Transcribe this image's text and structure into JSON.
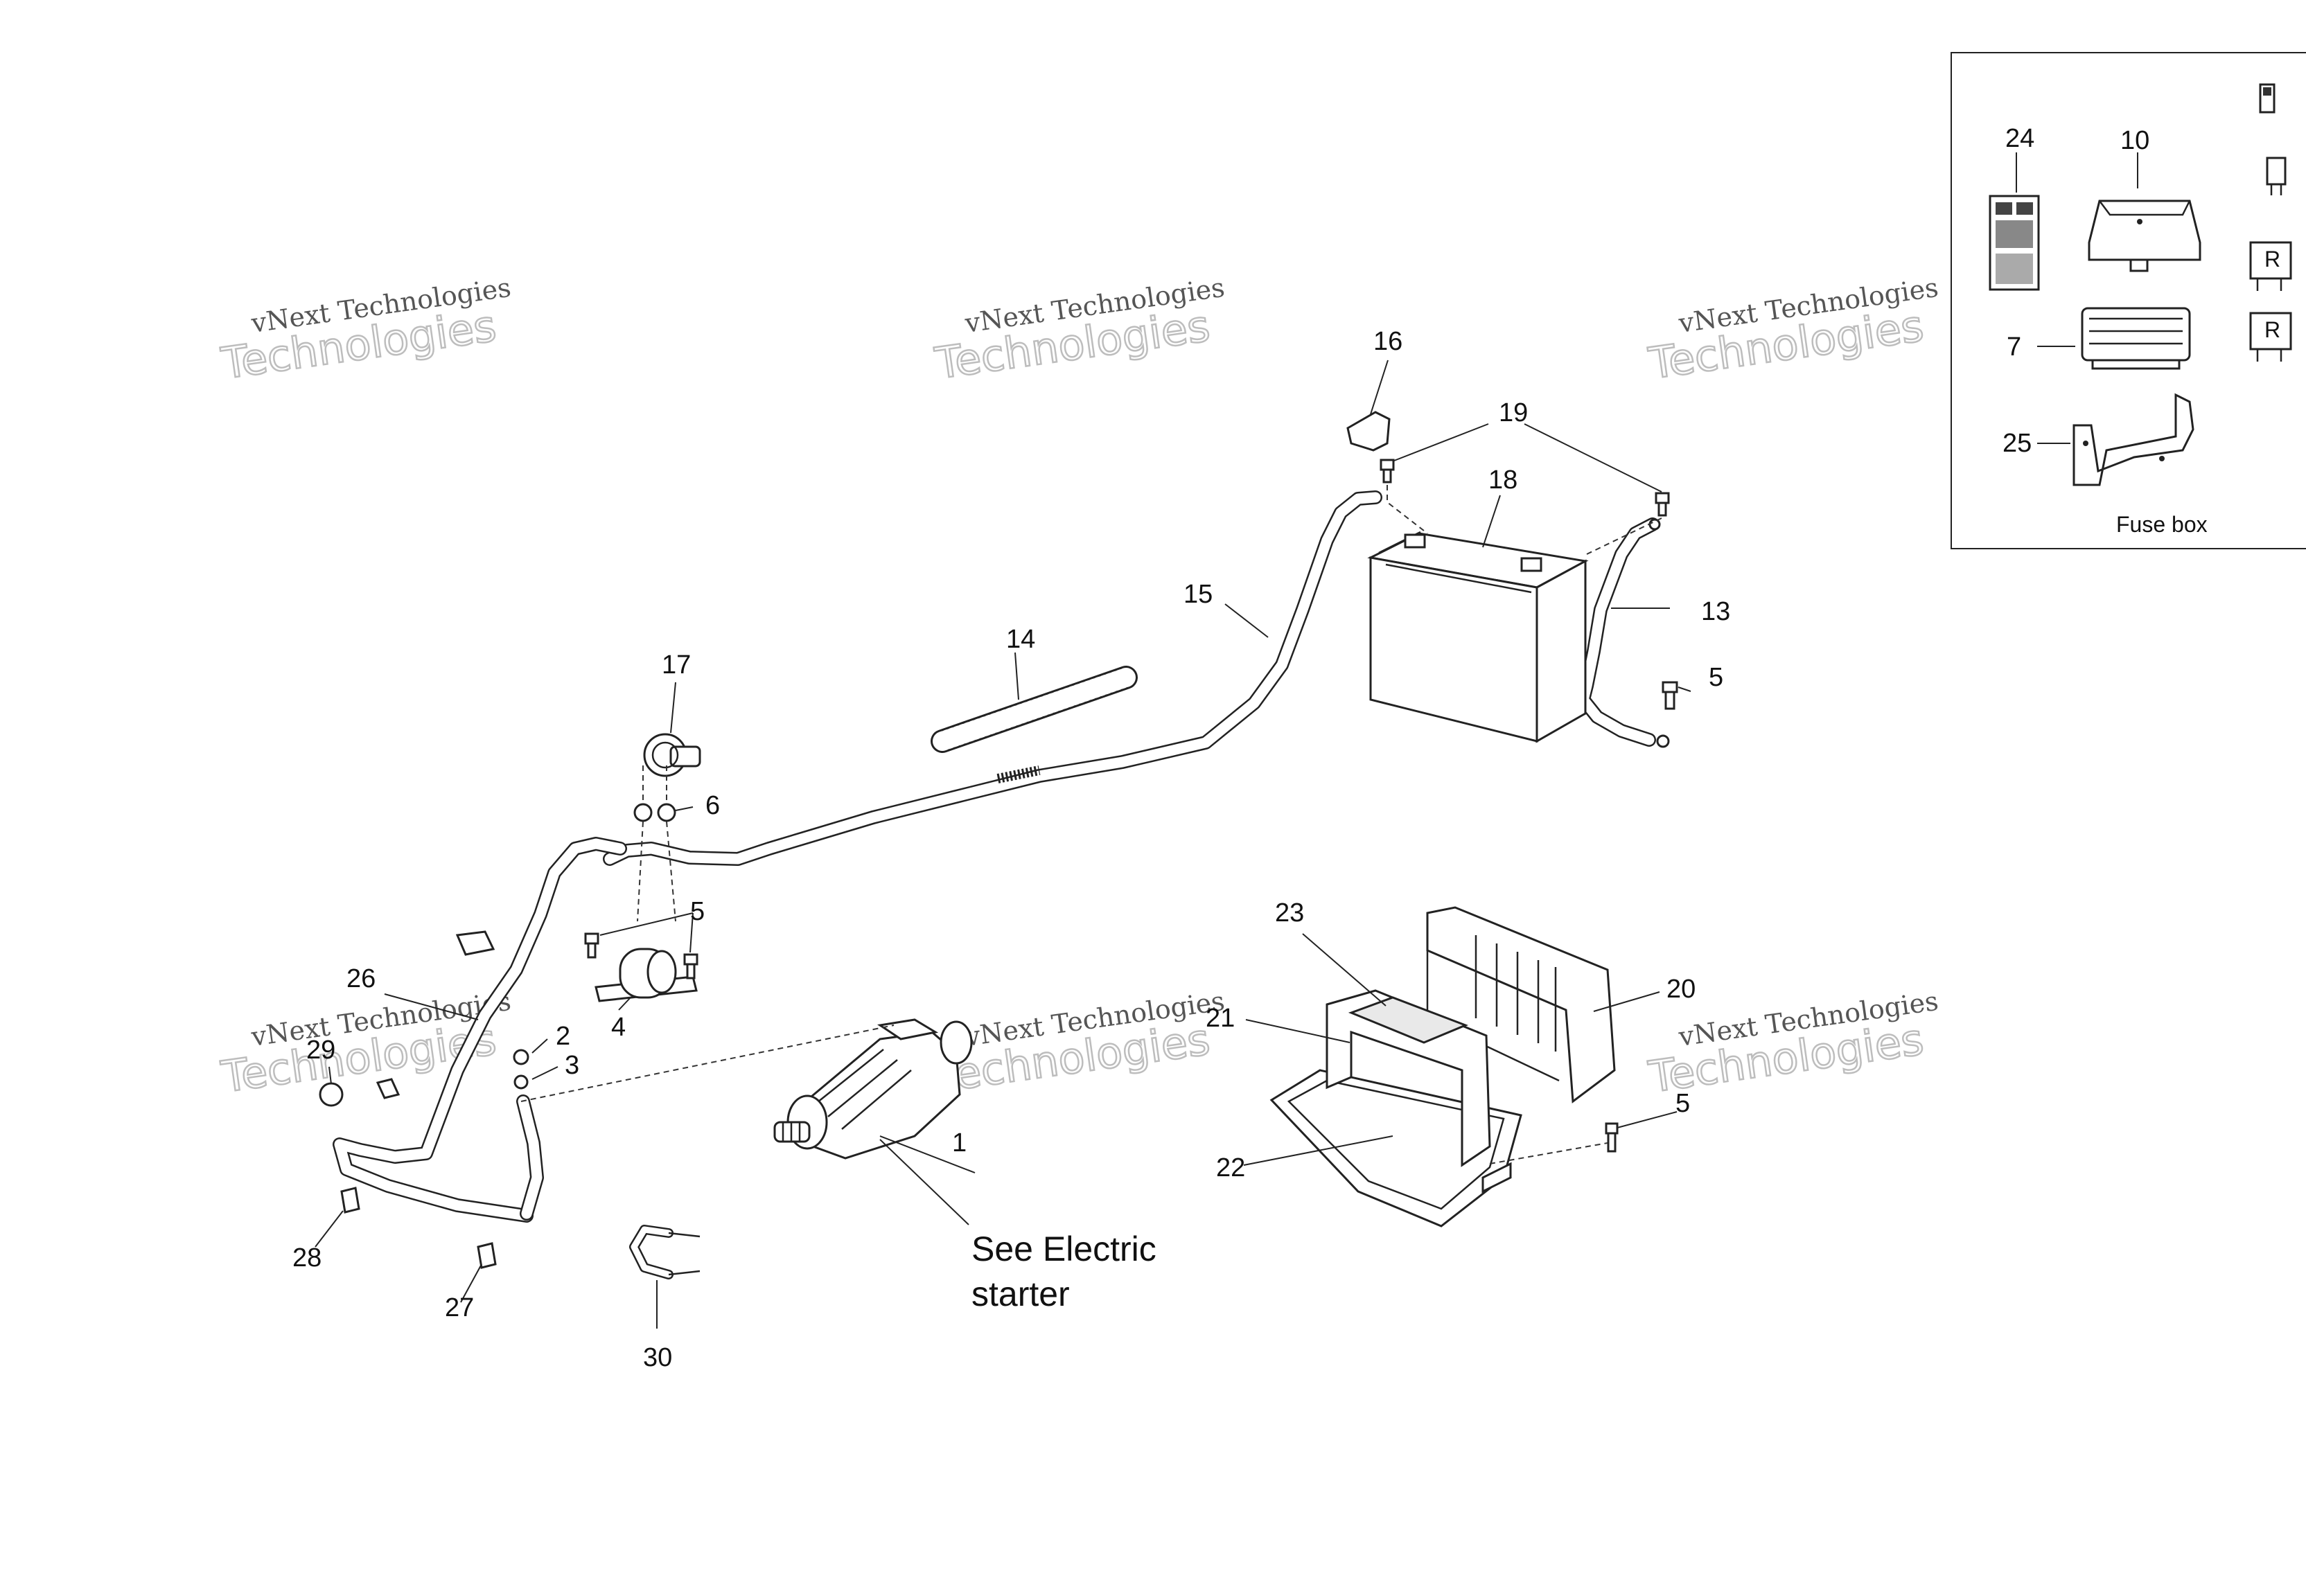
{
  "labels": {
    "p1": "1",
    "p2": "2",
    "p3": "3",
    "p4": "4",
    "p5a": "5",
    "p5b": "5",
    "p5c": "5",
    "p6": "6",
    "p7": "7",
    "p10": "10",
    "p13": "13",
    "p14": "14",
    "p15": "15",
    "p16": "16",
    "p17": "17",
    "p18": "18",
    "p19": "19",
    "p20": "20",
    "p21": "21",
    "p22": "22",
    "p23": "23",
    "p24": "24",
    "p25": "25",
    "p26": "26",
    "p27": "27",
    "p28": "28",
    "p29": "29",
    "p30": "30"
  },
  "note": {
    "line1": "See Electric",
    "line2": "starter"
  },
  "fusebox": {
    "caption": "Fuse box",
    "relay_mark": "R"
  },
  "watermark": {
    "line1": "vNext Technologies",
    "line2": "Technologies"
  }
}
